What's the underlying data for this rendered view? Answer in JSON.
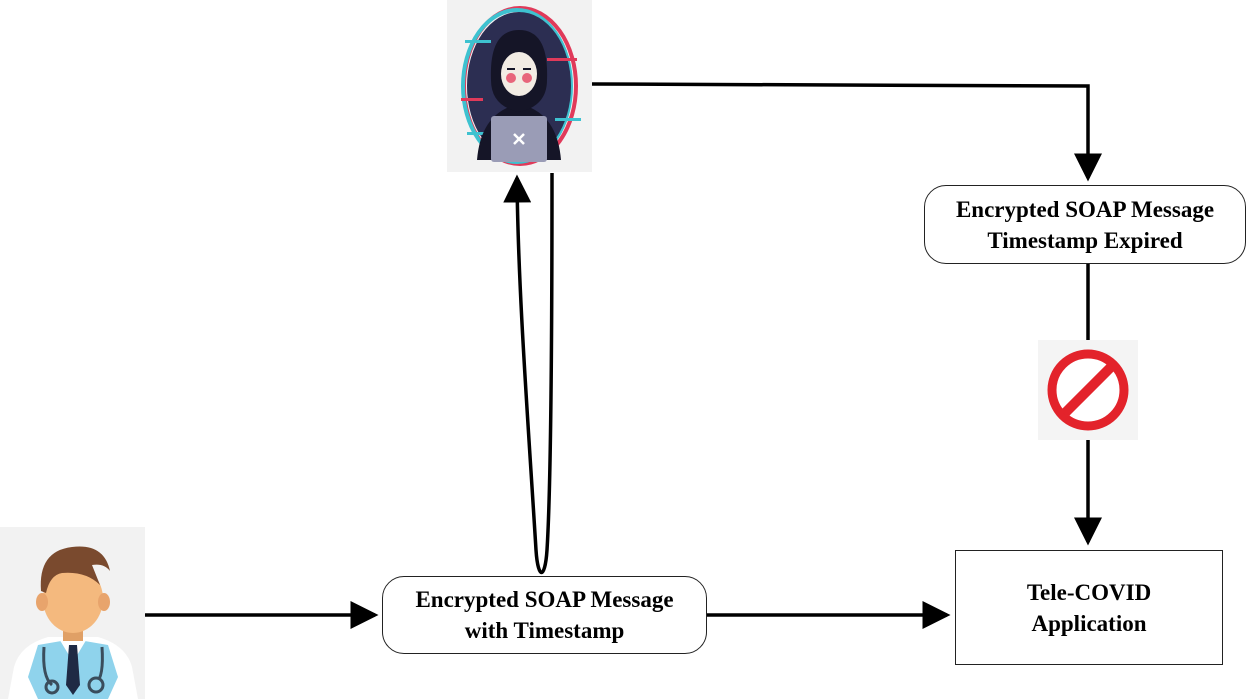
{
  "diagram": {
    "nodes": {
      "message_with_timestamp": {
        "line1": "Encrypted SOAP Message",
        "line2": "with Timestamp"
      },
      "message_expired": {
        "line1": "Encrypted SOAP Message",
        "line2": "Timestamp Expired"
      },
      "application": {
        "line1": "Tele-COVID",
        "line2": "Application"
      }
    },
    "actors": {
      "sender": "doctor-icon",
      "attacker": "hacker-icon",
      "blocked": "prohibited-icon"
    },
    "edges": [
      {
        "from": "sender",
        "to": "message_with_timestamp"
      },
      {
        "from": "message_with_timestamp",
        "to": "application"
      },
      {
        "from": "message_with_timestamp",
        "to": "attacker"
      },
      {
        "from": "attacker",
        "to": "message_expired"
      },
      {
        "from": "message_expired",
        "to": "application"
      }
    ],
    "colors": {
      "line": "#000000",
      "prohibited": "#e3232b",
      "hacker_background": "#2c2e52",
      "doctor_coat": "#8fd3ec"
    }
  }
}
